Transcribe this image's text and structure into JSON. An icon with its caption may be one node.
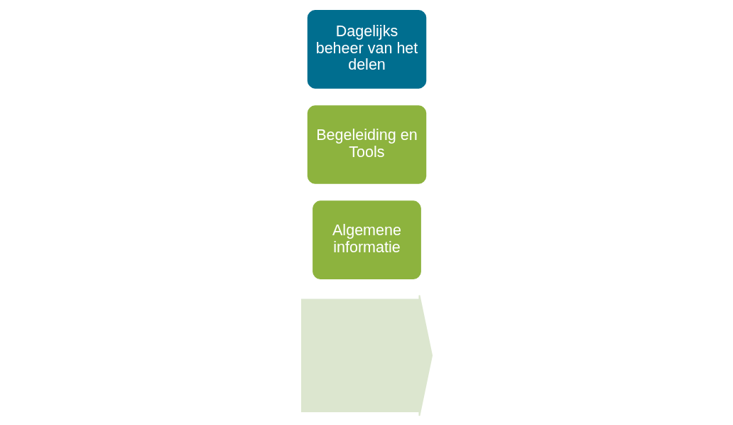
{
  "diagram": {
    "nodes": [
      {
        "text": [],
        "shape": "arrow"
      },
      {
        "text": [
          "Algemene informatie"
        ]
      },
      {
        "text": [
          "Begeleiding en Tools"
        ]
      },
      {
        "text": [
          "Dagelijks beheer van het delen"
        ]
      }
    ],
    "edges": []
  }
}
